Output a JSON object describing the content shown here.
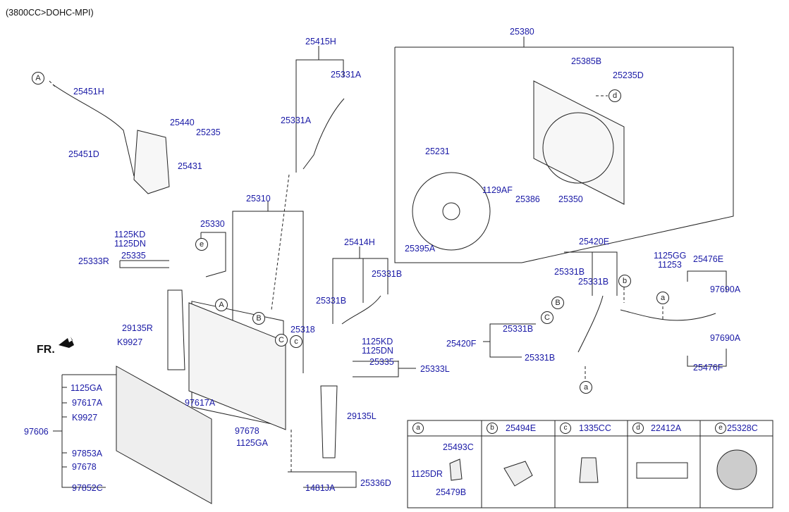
{
  "engine_note": "(3800CC>DOHC-MPI)",
  "direction_label": "FR.",
  "parts": {
    "p25451H": "25451H",
    "p25440": "25440",
    "p25235": "25235",
    "p25451D": "25451D",
    "p25431": "25431",
    "p25415H": "25415H",
    "p25331A_top": "25331A",
    "p25331A_mid": "25331A",
    "p25380": "25380",
    "p25385B": "25385B",
    "p25235D": "25235D",
    "p25231": "25231",
    "p1129AF": "1129AF",
    "p25386": "25386",
    "p25350": "25350",
    "p25395A": "25395A",
    "p25310": "25310",
    "p25330": "25330",
    "p1125KD_l": "1125KD",
    "p1125DN_l": "1125DN",
    "p25335_l": "25335",
    "p25333R": "25333R",
    "p25414H": "25414H",
    "p25331B_a": "25331B",
    "p25331B_b": "25331B",
    "p25318": "25318",
    "p1125KD_r": "1125KD",
    "p1125DN_r": "1125DN",
    "p25335_r": "25335",
    "p25333L": "25333L",
    "p29135R": "29135R",
    "pK9927_top": "K9927",
    "p1125GA_l": "1125GA",
    "p97617A_l": "97617A",
    "pK9927": "K9927",
    "p97606": "97606",
    "p97853A": "97853A",
    "p97678_l": "97678",
    "p97852C": "97852C",
    "p97617A_r": "97617A",
    "p97678_r": "97678",
    "p1125GA_r": "1125GA",
    "p29135L": "29135L",
    "p1481JA": "1481JA",
    "p25336D": "25336D",
    "p25420E": "25420E",
    "p25331B_c": "25331B",
    "p25331B_d": "25331B",
    "p25331B_e": "25331B",
    "p25331B_f": "25331B",
    "p25420F": "25420F",
    "p1125GG": "1125GG",
    "p11253": "11253",
    "p25476E": "25476E",
    "p97690A_top": "97690A",
    "p97690A_bot": "97690A",
    "p25476F": "25476F"
  },
  "callouts": {
    "A": "A",
    "B": "B",
    "C": "C",
    "a": "a",
    "b": "b",
    "c": "c",
    "d": "d",
    "e": "e"
  },
  "legend_table": {
    "headers": [
      {
        "key": "a",
        "part": ""
      },
      {
        "key": "b",
        "part": "25494E"
      },
      {
        "key": "c",
        "part": "1335CC"
      },
      {
        "key": "d",
        "part": "22412A"
      },
      {
        "key": "e",
        "part": "25328C"
      }
    ],
    "cell_a_parts": {
      "p25493C": "25493C",
      "p1125DR": "1125DR",
      "p25479B": "25479B"
    }
  }
}
